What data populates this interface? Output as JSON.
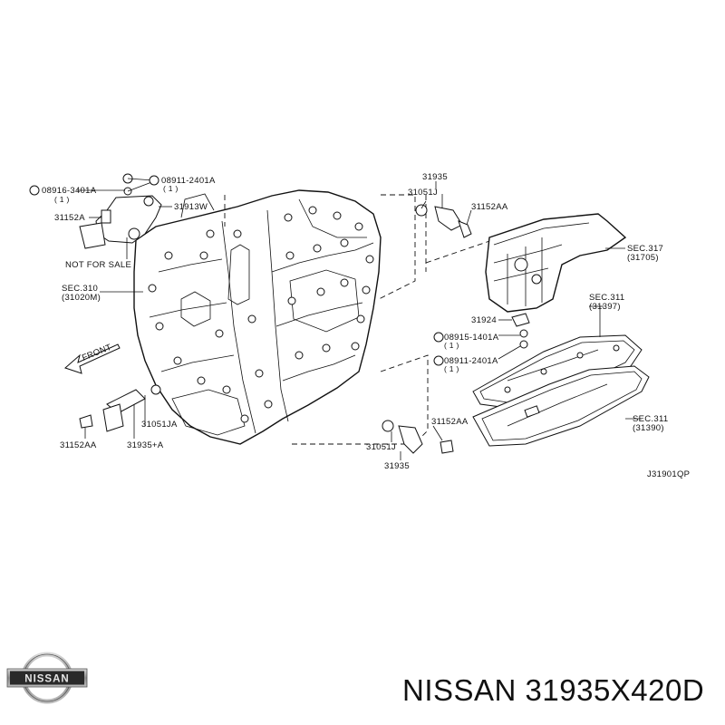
{
  "diagram": {
    "labels": {
      "l_31935_top": "31935",
      "l_31051j_top": "31051J",
      "l_31152aa_top": "31152AA",
      "l_sec317": "SEC.317",
      "l_31705": "(31705)",
      "l_08916": "08916-3401A",
      "l_08916_qty": "( 1 )",
      "l_08911_a": "08911-2401A",
      "l_08911_a_qty": "( 1 )",
      "l_31913w": "31913W",
      "l_31152a": "31152A",
      "l_not_for_sale": "NOT FOR SALE",
      "l_sec310": "SEC.310",
      "l_31020m": "(31020M)",
      "l_sec311_a": "SEC.311",
      "l_31397": "(31397)",
      "l_31924": "31924",
      "l_08915": "08915-1401A",
      "l_08915_qty": "( 1 )",
      "l_08911_b": "08911-2401A",
      "l_08911_b_qty": "( 1 )",
      "l_front": "FRONT",
      "l_31051ja": "31051JA",
      "l_31152aa_left": "31152AA",
      "l_31935a": "31935+A",
      "l_31152aa_bot": "31152AA",
      "l_31051j_bot": "31051J",
      "l_31935_bot": "31935",
      "l_sec311_b": "SEC.311",
      "l_31390": "(31390)",
      "l_code": "J31901QP"
    }
  },
  "brand": {
    "logo_text": "NISSAN",
    "part_number": "NISSAN 31935X420D"
  }
}
